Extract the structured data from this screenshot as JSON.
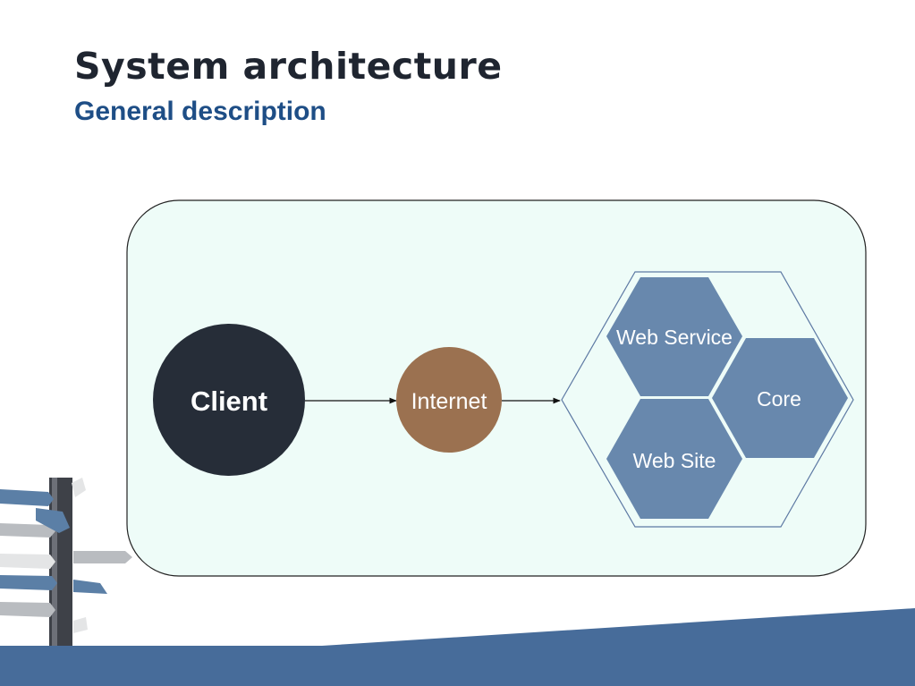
{
  "slide": {
    "title": "System architecture",
    "subtitle": "General description"
  },
  "colors": {
    "title": "#1f2530",
    "subtitle": "#1e4e86",
    "panel_fill": "#eefcf8",
    "client": "#262d38",
    "internet": "#9b7150",
    "hexagon": "#6888ad",
    "bottom_band": "#476c9a"
  },
  "diagram": {
    "client_label": "Client",
    "internet_label": "Internet",
    "web_service_label": "Web Service",
    "core_label": "Core",
    "web_site_label": "Web Site"
  },
  "decor": {
    "signpost_icon": "signpost-icon"
  }
}
